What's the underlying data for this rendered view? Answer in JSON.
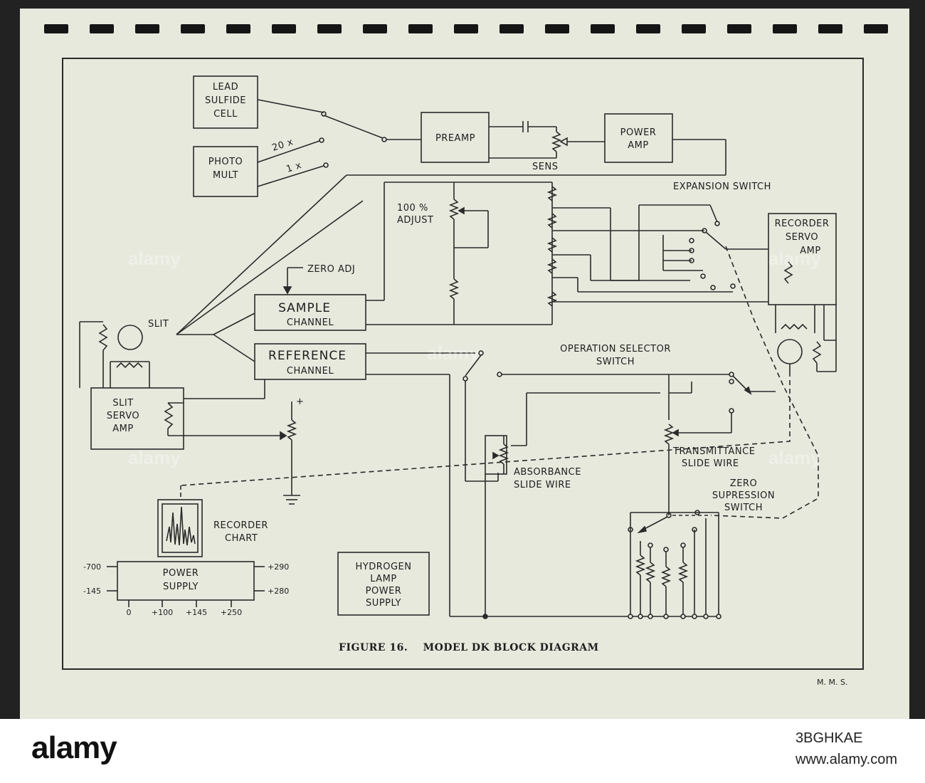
{
  "labels": {
    "lead_sulfide": [
      "LEAD",
      "SULFIDE",
      "CELL"
    ],
    "photo_mult": [
      "PHOTO",
      "MULT"
    ],
    "gain_20x": "20 x",
    "gain_1x": "1 x",
    "preamp": "PREAMP",
    "sens": "SENS",
    "power_amp": [
      "POWER",
      "AMP"
    ],
    "expansion_switch": "EXPANSION SWITCH",
    "adjust_100": [
      "100 %",
      "ADJUST"
    ],
    "zero_adj": "ZERO ADJ",
    "sample_channel": [
      "SAMPLE",
      "CHANNEL"
    ],
    "reference_channel": [
      "REFERENCE",
      "CHANNEL"
    ],
    "slit": "SLIT",
    "slit_servo_amp": [
      "SLIT",
      "SERVO",
      "AMP"
    ],
    "recorder_servo_amp": [
      "RECORDER",
      "SERVO",
      "AMP"
    ],
    "operation_selector": [
      "OPERATION SELECTOR",
      "SWITCH"
    ],
    "transmittance": [
      "TRANSMITTANCE",
      "SLIDE WIRE"
    ],
    "absorbance": [
      "ABSORBANCE",
      "SLIDE WIRE"
    ],
    "zero_suppression": [
      "ZERO",
      "SUPRESSION",
      "SWITCH"
    ],
    "recorder_chart": [
      "RECORDER",
      "CHART"
    ],
    "power_supply": [
      "POWER",
      "SUPPLY"
    ],
    "hydrogen_lamp": [
      "HYDROGEN",
      "LAMP",
      "POWER",
      "SUPPLY"
    ],
    "plus_sign": "+",
    "volt_left_top": "-700",
    "volt_left_bottom": "-145",
    "volt_right_top": "+290",
    "volt_right_bottom": "+280",
    "volt_bottom": [
      "0",
      "+100",
      "+145",
      "+250"
    ],
    "caption": "FIGURE 16.    MODEL DK BLOCK DIAGRAM",
    "initials": "M. M. S."
  },
  "watermark": "alamy",
  "footer": {
    "brand": "alamy",
    "image_id": "3BGHKAE",
    "site": "www.alamy.com"
  }
}
